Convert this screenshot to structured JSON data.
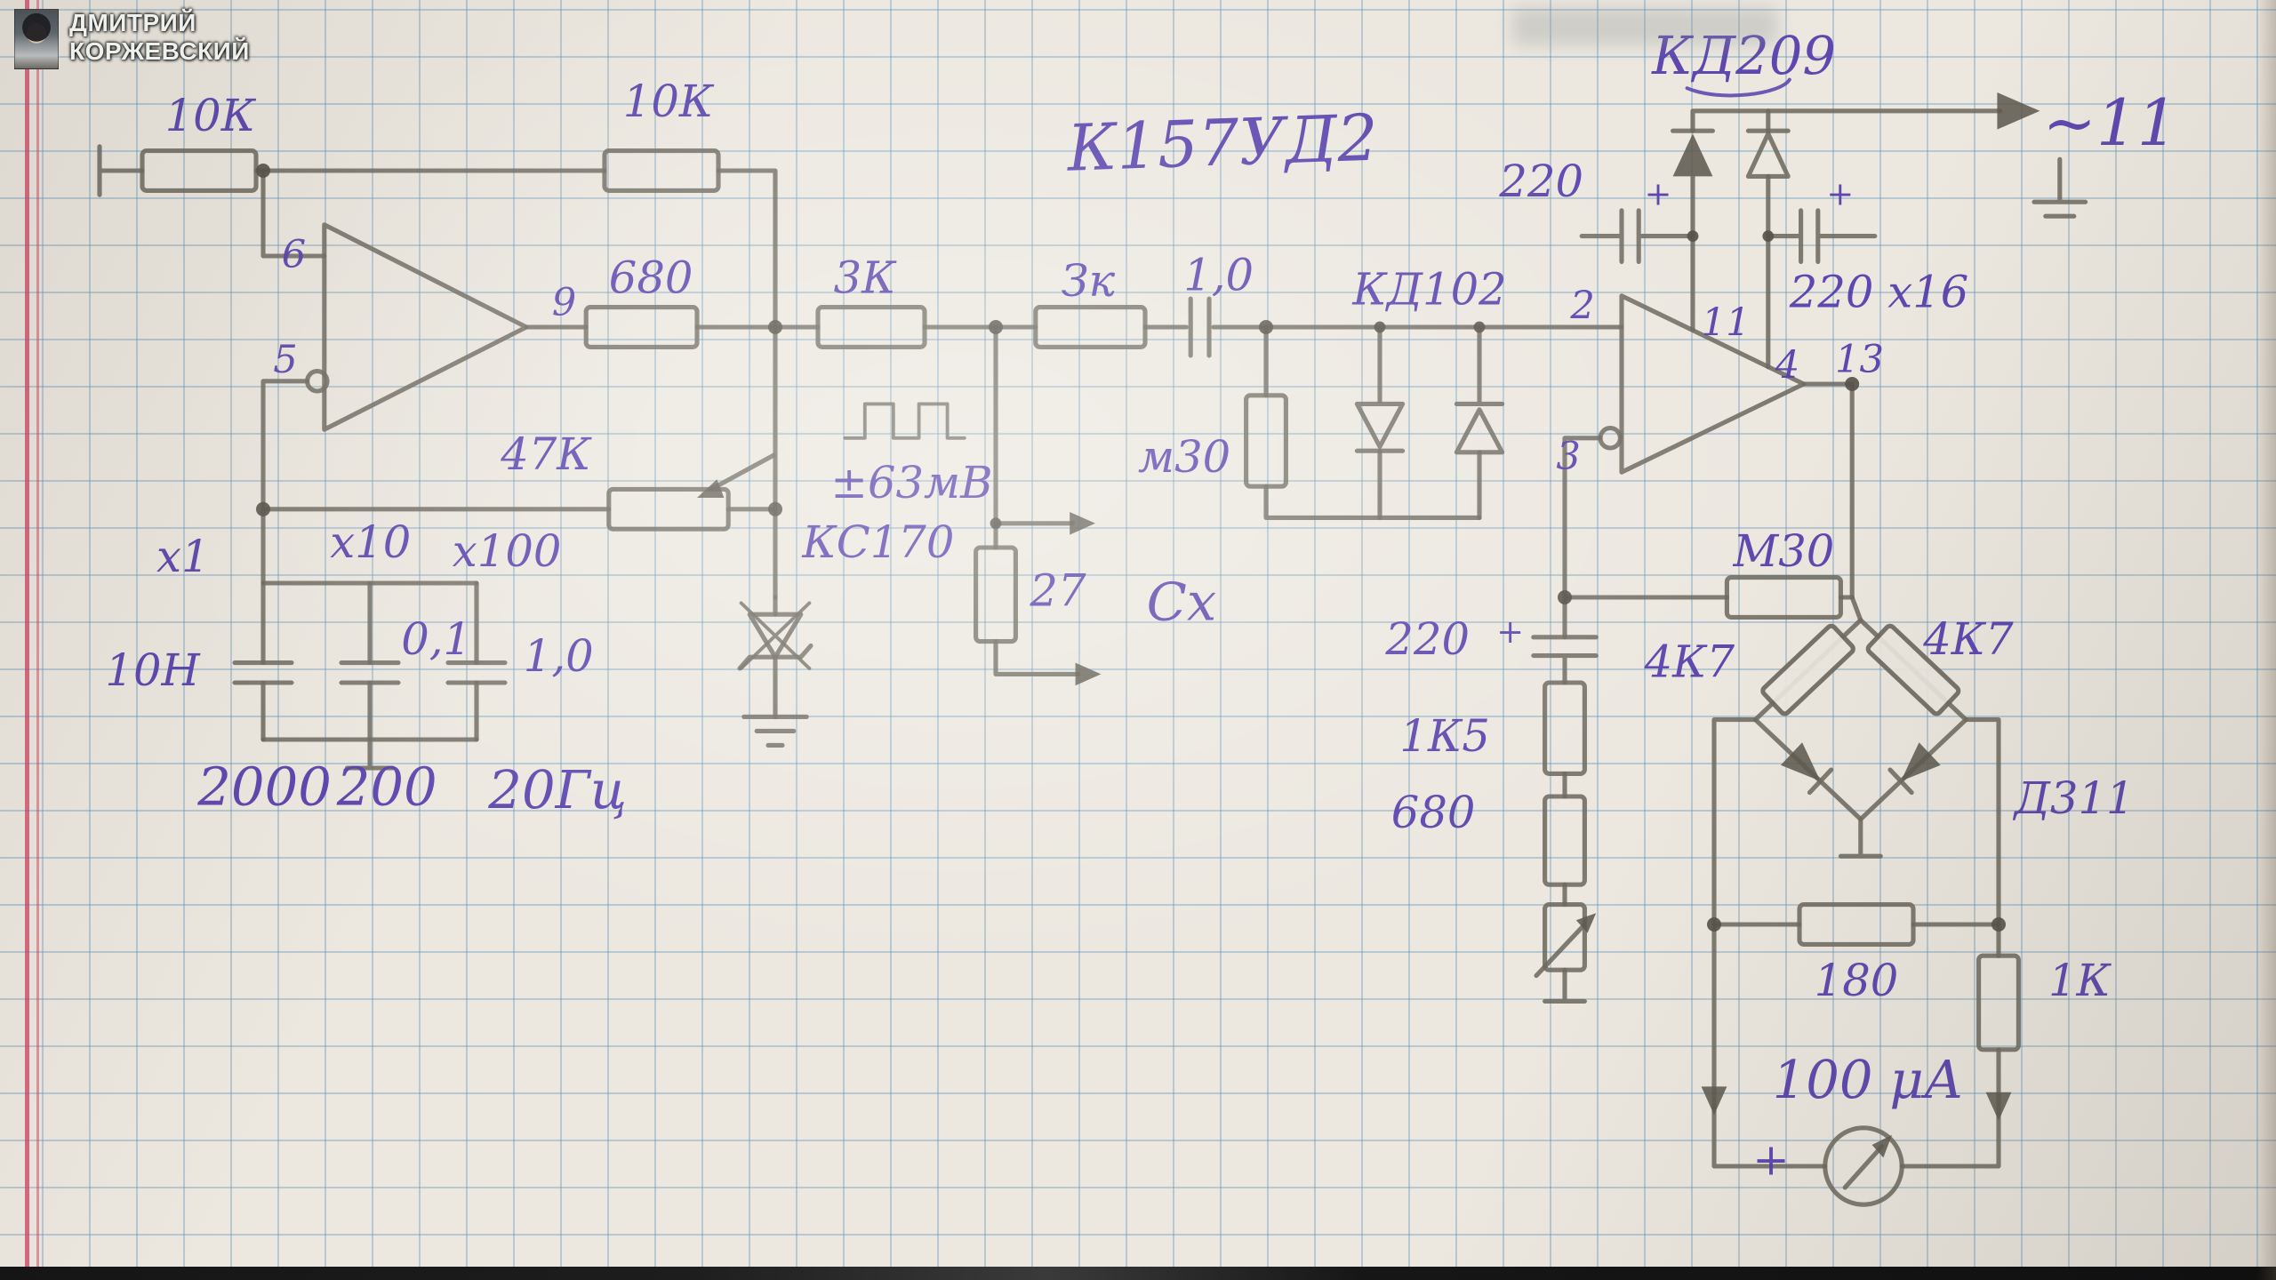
{
  "watermark": {
    "name_line1": "ДМИТРИЙ",
    "name_line2": "КОРЖЕВСКИЙ"
  },
  "schematic": {
    "ic_title": "К157УД2",
    "oscillator": {
      "r_input": "10К",
      "r_feedback": "10К",
      "pin6": "6",
      "pin5": "5",
      "pin9": "9",
      "r_output": "680",
      "pot_gain": "47К",
      "zener": "КС170",
      "range_x1": "х1",
      "range_x10": "х10",
      "range_x100": "х100",
      "cap1": "10Н",
      "cap2": "0,1",
      "cap3": "1,0",
      "freq1": "2000",
      "freq2": "200",
      "freq3": "20Гц"
    },
    "coupling": {
      "r_series1": "3К",
      "r_series2": "Зк",
      "cap": "1,0",
      "level": "±63мВ",
      "r_tap": "27",
      "cx": "Сх",
      "r_shunt": "м30",
      "limiter_diodes": "КД102"
    },
    "amplifier": {
      "pin2": "2",
      "pin3": "3",
      "pin11": "11",
      "pin4": "4",
      "pin13": "13",
      "cap_fb": "220",
      "cap_fb_plus": "+",
      "r_fb1": "1К5",
      "r_fb2": "680",
      "r_nfb": "М30"
    },
    "power": {
      "rect_diodes": "КД209",
      "ac": "~11",
      "cap_value": "220",
      "cap_rating": "220 х16",
      "plus1": "+",
      "plus2": "+"
    },
    "detector": {
      "r_bridge_left": "4К7",
      "r_bridge_right": "4К7",
      "bridge_diodes": "Д311",
      "r_shunt": "180",
      "r_series": "1К",
      "meter_current": "100 μА",
      "meter_plus": "+"
    }
  }
}
